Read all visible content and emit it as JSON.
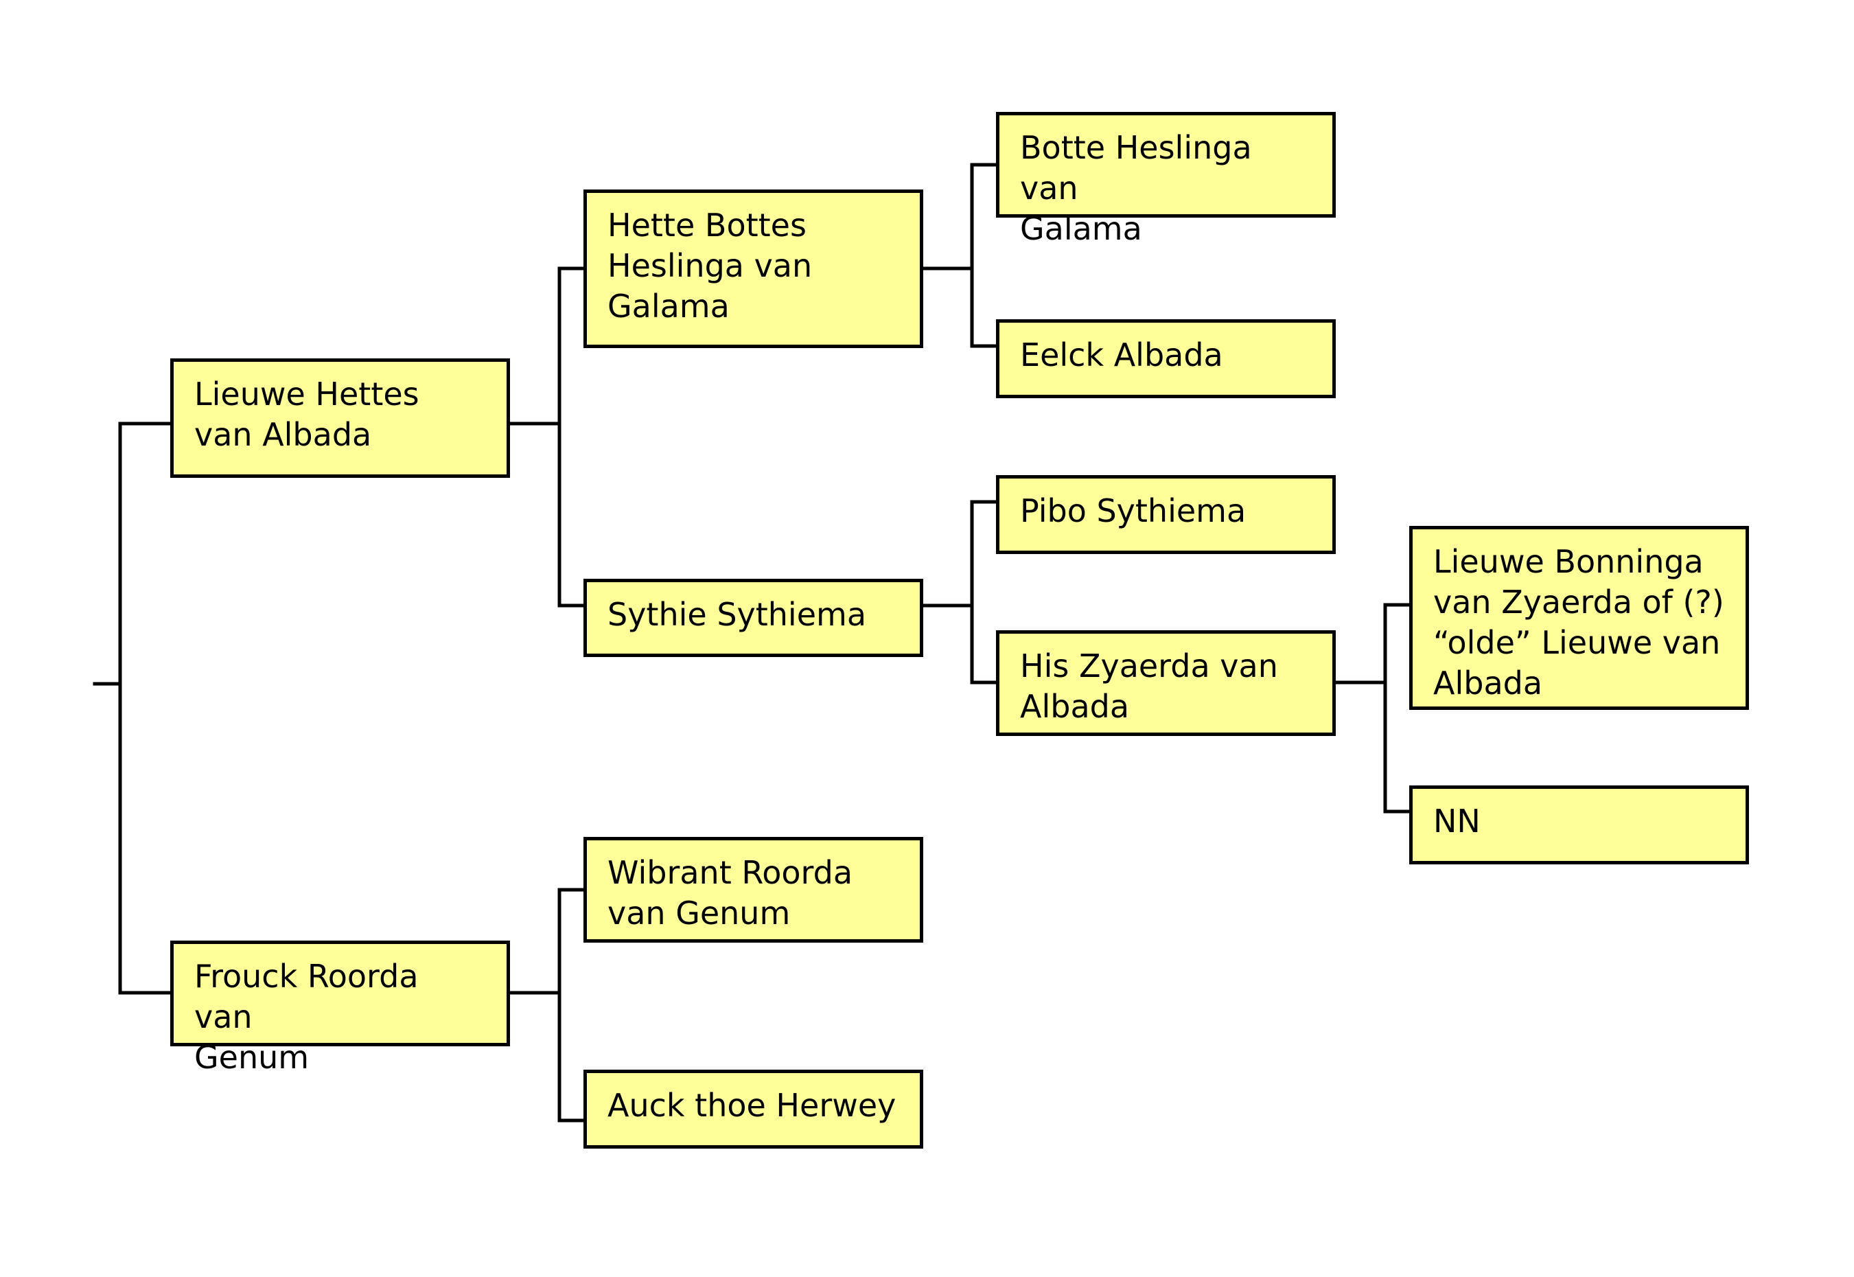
{
  "pedigree": {
    "persons": {
      "p1": "Lieuwe Hettes\nvan Albada",
      "p2": "Frouck Roorda van\nGenum",
      "p3": "Hette Bottes\nHeslinga van\nGalama",
      "p4": "Sythie Sythiema",
      "p5": "Wibrant Roorda\nvan Genum",
      "p6": "Auck thoe Herwey",
      "p7": "Botte Heslinga van\nGalama",
      "p8": "Eelck Albada",
      "p9": "Pibo Sythiema",
      "p10": "His Zyaerda van\nAlbada",
      "p11": "Lieuwe Bonninga\nvan Zyaerda of (?)\n“olde” Lieuwe van\nAlbada",
      "p12": "NN"
    },
    "colors": {
      "box_fill": "#ffff99",
      "box_border": "#000000",
      "line": "#000000"
    }
  }
}
